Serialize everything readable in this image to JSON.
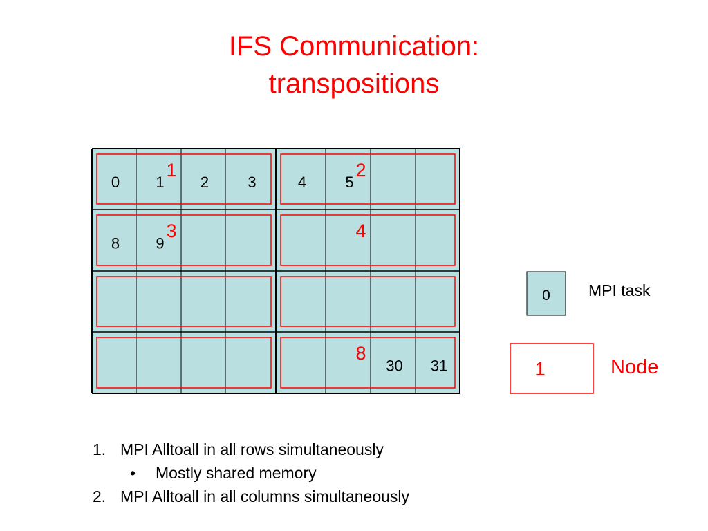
{
  "title": {
    "line1": "IFS Communication:",
    "line2": "transpositions"
  },
  "grid": {
    "rows": 4,
    "cols": 8,
    "cell_fill": "#b9dfe0",
    "node_color": "#ff0000",
    "task_labels": [
      [
        "0",
        "1",
        "2",
        "3",
        "4",
        "5",
        "",
        ""
      ],
      [
        "8",
        "9",
        "",
        "",
        "",
        "",
        "",
        ""
      ],
      [
        "",
        "",
        "",
        "",
        "",
        "",
        "",
        ""
      ],
      [
        "",
        "",
        "",
        "",
        "",
        "",
        "30",
        "31"
      ]
    ],
    "node_labels": [
      [
        "1",
        "2"
      ],
      [
        "3",
        "4"
      ],
      [
        "",
        ""
      ],
      [
        "",
        "8"
      ]
    ]
  },
  "legend": {
    "task_sample": "0",
    "task_label": "MPI task",
    "node_sample": "1",
    "node_label": "Node"
  },
  "list": {
    "item1_num": "1.",
    "item1_text": "MPI Alltoall in all rows simultaneously",
    "sub_bullet": "•",
    "sub_text": "Mostly shared memory",
    "item2_num": "2.",
    "item2_text": "MPI Alltoall in all columns simultaneously"
  }
}
